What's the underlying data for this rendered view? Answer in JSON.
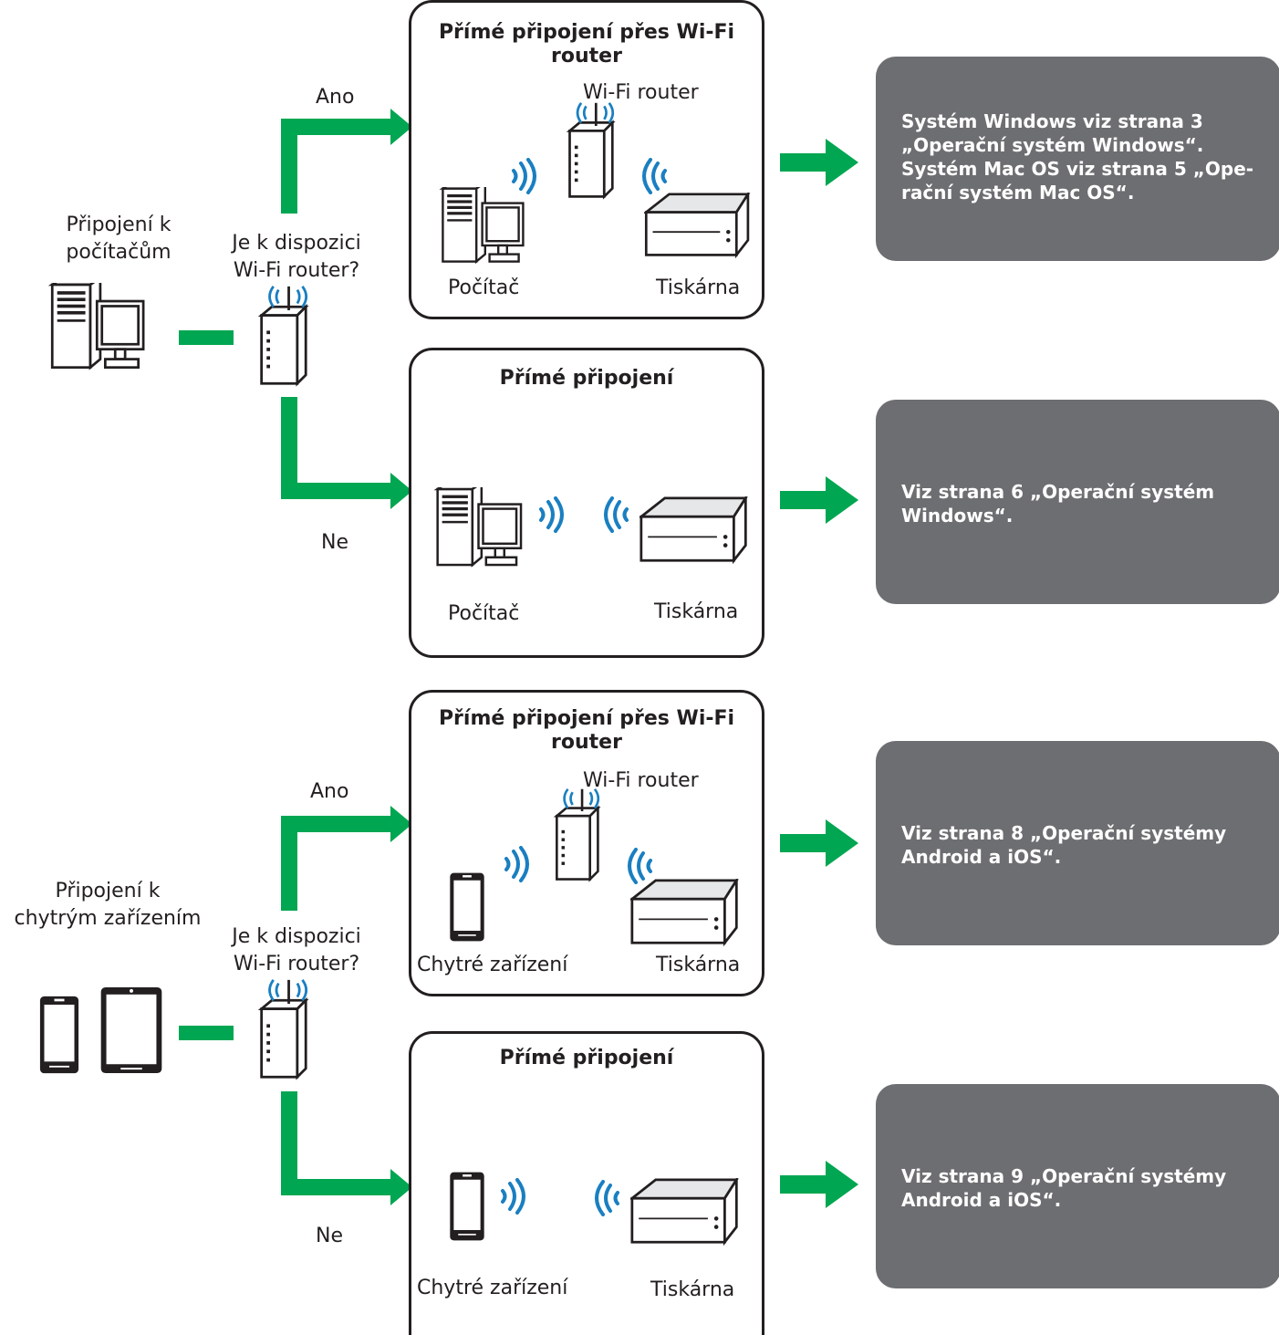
{
  "colors": {
    "arrow": "#00a651",
    "panel": "#6d6e71",
    "wifi": "#1a7fc1",
    "outline": "#231f20"
  },
  "sections": [
    {
      "source_label": [
        "Připojení k",
        "počítačům"
      ],
      "question": [
        "Je k dispozici",
        "Wi-Fi router?"
      ],
      "yes_label": "Ano",
      "no_label": "Ne",
      "router_box": {
        "title": [
          "Přímé připojení přes Wi-Fi",
          "router"
        ],
        "router_label": "Wi-Fi router",
        "device_label": "Počítač",
        "printer_label": "Tiskárna"
      },
      "direct_box": {
        "title": [
          "Přímé připojení"
        ],
        "device_label": "Počítač",
        "printer_label": "Tiskárna"
      },
      "router_info": [
        "Systém Windows viz strana 3",
        "„Operační systém Windows“.",
        "Systém Mac OS viz strana 5 „Ope-",
        "rační systém Mac OS“."
      ],
      "direct_info": [
        "Viz strana 6 „Operační systém",
        "Windows“."
      ]
    },
    {
      "source_label": [
        "Připojení k",
        "chytrým zařízením"
      ],
      "question": [
        "Je k dispozici",
        "Wi-Fi router?"
      ],
      "yes_label": "Ano",
      "no_label": "Ne",
      "router_box": {
        "title": [
          "Přímé připojení přes Wi-Fi",
          "router"
        ],
        "router_label": "Wi-Fi router",
        "device_label": "Chytré zařízení",
        "printer_label": "Tiskárna"
      },
      "direct_box": {
        "title": [
          "Přímé připojení"
        ],
        "device_label": "Chytré zařízení",
        "printer_label": "Tiskárna"
      },
      "router_info": [
        "Viz strana 8 „Operační systémy",
        "Android a iOS“."
      ],
      "direct_info": [
        "Viz strana 9 „Operační systémy",
        "Android a iOS“."
      ]
    }
  ]
}
